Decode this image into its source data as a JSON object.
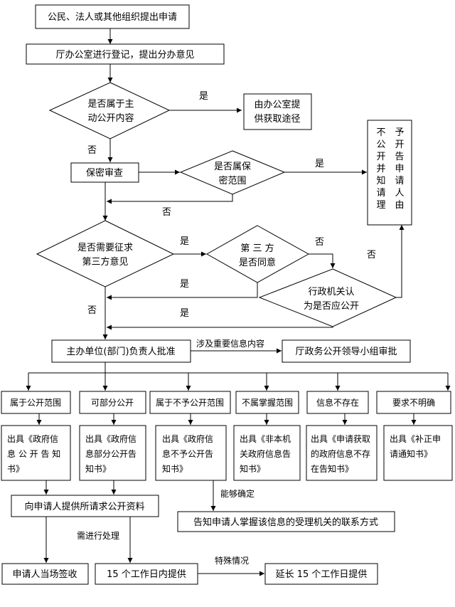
{
  "nodes": {
    "apply": "公民、法人或其他组织提出申请",
    "register": "厅办公室进行登记，提出分办意见",
    "q_active": [
      "是否属于主",
      "动公开内容"
    ],
    "office": [
      "由办公室提",
      "供获取途径"
    ],
    "secrecy_review": "保密审查",
    "q_secret": [
      "是否属保",
      "密范围"
    ],
    "refuse_col1": [
      "不",
      "公",
      "开",
      "并",
      "知",
      "请",
      "理"
    ],
    "refuse_col2": [
      "予",
      "开",
      "告",
      "申",
      "请",
      "人",
      "由"
    ],
    "q_third": [
      "是否需要征求",
      "第三方意见"
    ],
    "q_agree": [
      "第 三 方",
      "是否同意"
    ],
    "q_should": [
      "行政机关认",
      "为是否应公开"
    ],
    "approve": "主办单位(部门)负责人批准",
    "leader": "厅政务公开领导小组审批",
    "cat1": "属于公开范围",
    "cat2": "可部分公开",
    "cat3": "属于不予公开范围",
    "cat4": "不属掌握范围",
    "cat5": "信息不存在",
    "cat6": "要求不明确",
    "doc1": [
      "出具《政府信",
      "息 公 开 告 知",
      "书》"
    ],
    "doc2": [
      "出具《政府信",
      "息部分公开告",
      "知书》"
    ],
    "doc3": [
      "出具《政府信",
      "息不予公开告",
      "知书》"
    ],
    "doc4": [
      "出具《非本机",
      "关政府信息告",
      "知书》"
    ],
    "doc5": [
      "出具《申请获取",
      "的政府信息不存",
      "在告知书》"
    ],
    "doc6": [
      "出具《补正申",
      "请通知书》"
    ],
    "provide": "向申请人提供所请求公开资料",
    "inform": "告知申请人掌握该信息的受理机关的联系方式",
    "sign": "申请人当场签收",
    "within15": "15 个工作日内提供",
    "extend15": "延长 15 个工作日提供"
  },
  "labels": {
    "yes": "是",
    "no": "否",
    "important": "涉及重要信息内容",
    "can_confirm": "能够确定",
    "need_process": "需进行处理",
    "special": "特殊情况"
  }
}
